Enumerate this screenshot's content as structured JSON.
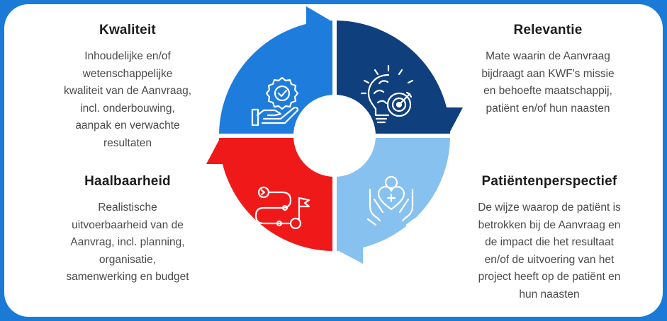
{
  "colors": {
    "frame": "#1a7ad6",
    "kwaliteit": "#1e7ddc",
    "relevantie": "#0f3f7d",
    "haalbaarheid": "#f01919",
    "patientenperspectief": "#86c1f0"
  },
  "criteria": {
    "kwaliteit": {
      "title": "Kwaliteit",
      "lines": [
        "Inhoudelijke en/of",
        "wetenschappelijke",
        "kwaliteit van de Aanvraag,",
        "incl. onderbouwing,",
        "aanpak en verwachte",
        "resultaten"
      ],
      "icon": "quality-badge-hand-icon"
    },
    "relevantie": {
      "title": "Relevantie",
      "lines": [
        "Mate waarin de Aanvraag",
        "bijdraagt aan KWF's missie",
        "en behoefte maatschappij,",
        "patiënt en/of hun naasten"
      ],
      "icon": "brain-bulb-target-icon"
    },
    "haalbaarheid": {
      "title": "Haalbaarheid",
      "lines": [
        "Realistische",
        "uitvoerbaarheid van de",
        "Aanvrag, incl. planning,",
        "organisatie,",
        "samenwerking en budget"
      ],
      "icon": "route-flag-icon"
    },
    "patientenperspectief": {
      "title": "Patiëntenperspectief",
      "lines": [
        "De wijze waarop de patiënt is",
        "betrokken bij de Aanvraag en",
        "de impact die het resultaat",
        "en/of de uitvoering van het",
        "project heeft op de patiënt en",
        "hun naasten"
      ],
      "icon": "hands-heart-person-icon"
    }
  }
}
